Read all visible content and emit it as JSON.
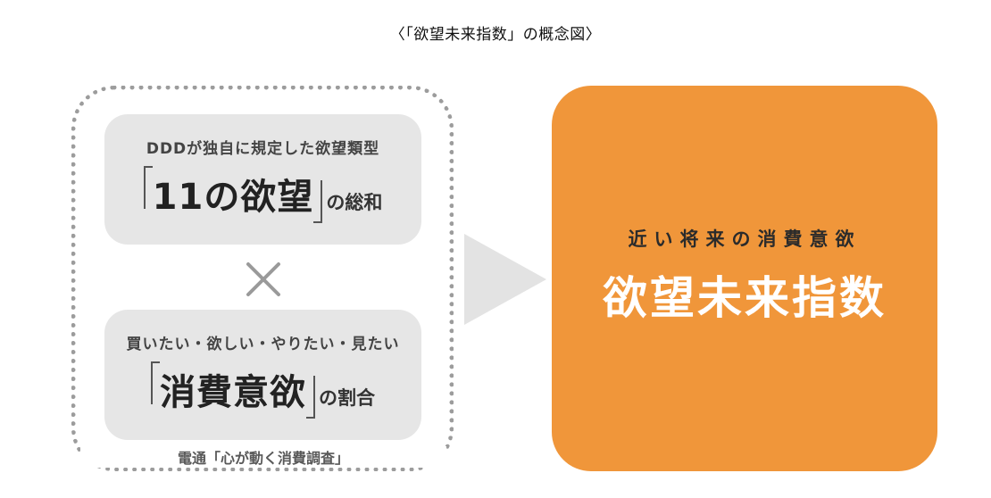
{
  "caption": "〈「欲望未来指数」の概念図〉",
  "left_group": {
    "source_label": "電通「心が動く消費調査」",
    "top_card": {
      "subtitle": "DDDが独自に規定した欲望類型",
      "term": "11の欲望",
      "suffix": "の総和"
    },
    "operator_icon": "multiply-icon",
    "bottom_card": {
      "subtitle": "買いたい・欲しい・やりたい・見たい",
      "term": "消費意欲",
      "suffix": "の割合"
    }
  },
  "arrow_icon": "right-triangle-arrow-icon",
  "result": {
    "subtitle": "近い将来の消費意欲",
    "title": "欲望未来指数"
  },
  "colors": {
    "result_background": "#f0963a",
    "card_background": "#e6e6e6",
    "frame_dots": "#9c9c9c",
    "arrow": "#e3e3e3",
    "operator": "#9a9a9a"
  }
}
